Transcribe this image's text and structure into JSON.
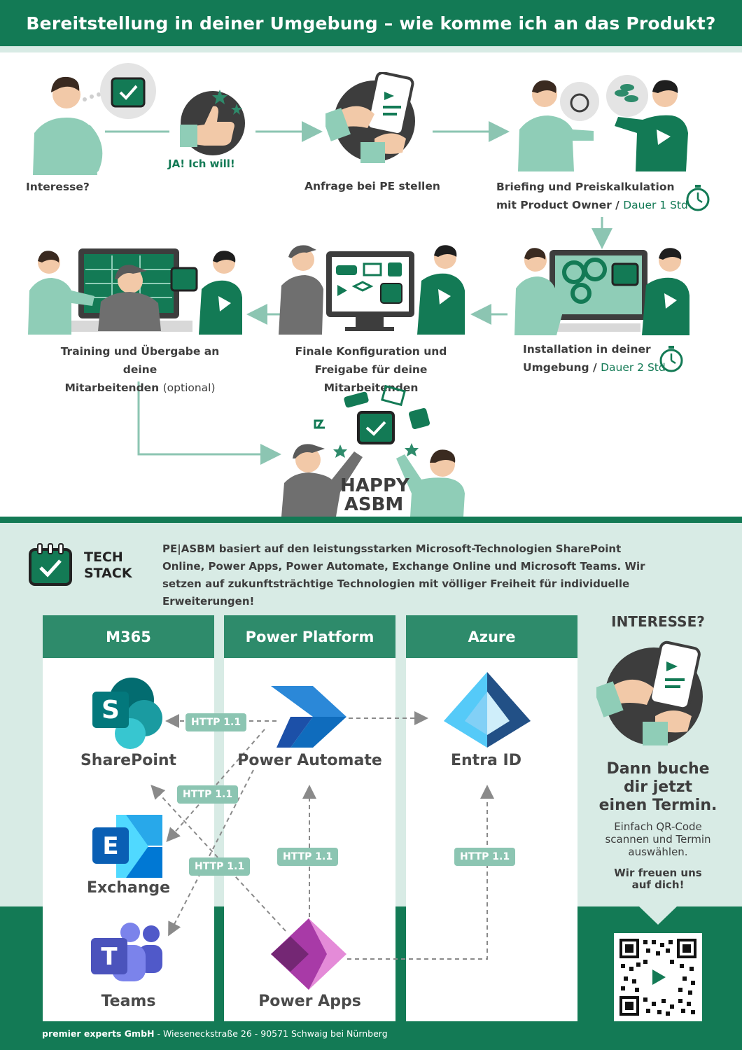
{
  "header": {
    "title": "Bereitstellung in deiner Umgebung – wie komme ich an das Produkt?"
  },
  "process": {
    "steps": [
      {
        "label": "Interesse?"
      },
      {
        "label": "JA! Ich will!"
      },
      {
        "label": "Anfrage bei PE stellen"
      },
      {
        "line1": "Briefing und Preiskalkulation",
        "line2": "mit Product Owner /",
        "duration": "Dauer 1 Std"
      },
      {
        "line1": "Installation in deiner",
        "line2": "Umgebung /",
        "duration": "Dauer 2 Std"
      },
      {
        "line1": "Finale Konfiguration und",
        "line2": "Freigabe für deine Mitarbeitenden"
      },
      {
        "line1": "Training und Übergabe an deine",
        "line2": "Mitarbeitenden",
        "optional": "(optional)"
      }
    ],
    "happy_line1": "HAPPY",
    "happy_line2": "ASBM"
  },
  "tech_stack": {
    "title_line1": "TECH",
    "title_line2": "STACK",
    "description": "PE|ASBM basiert auf den leistungsstarken Microsoft-Technologien SharePoint Online, Power Apps, Power Automate, Exchange Online und Microsoft Teams. Wir setzen auf zukunftsträchtige Technologien mit völliger Freiheit für individuelle Erweiterungen!"
  },
  "columns": [
    {
      "title": "M365",
      "apps": [
        "SharePoint",
        "Exchange",
        "Teams"
      ]
    },
    {
      "title": "Power Platform",
      "apps": [
        "Power Automate",
        "Power Apps"
      ]
    },
    {
      "title": "Azure",
      "apps": [
        "Entra ID"
      ]
    }
  ],
  "connections": [
    {
      "label": "HTTP 1.1",
      "from": "Power Automate",
      "to": "SharePoint"
    },
    {
      "label": "HTTP 1.1",
      "from": "Power Automate",
      "to": "Exchange"
    },
    {
      "label": "HTTP 1.1",
      "from": "Power Automate",
      "to": "Teams"
    },
    {
      "label": "HTTP 1.1",
      "from": "Power Apps",
      "to": "Power Automate"
    },
    {
      "label": "HTTP 1.1",
      "from": "Power Apps",
      "to": "Entra ID"
    }
  ],
  "sidebar": {
    "title": "INTERESSE?",
    "cta_line1": "Dann buche",
    "cta_line2": "dir jetzt",
    "cta_line3": "einen Termin.",
    "sub": "Einfach QR-Code scannen und Termin auswählen.",
    "thanks_line1": "Wir freuen uns",
    "thanks_line2": "auf dich!"
  },
  "footer": {
    "company": "premier experts GmbH",
    "address": " - Wieseneckstraße 26 - 90571 Schwaig bei Nürnberg"
  },
  "colors": {
    "brand_green": "#137a55",
    "header_green": "#2e8b6b",
    "mint": "#d8ebe5",
    "http_badge": "#8cc5b2"
  }
}
